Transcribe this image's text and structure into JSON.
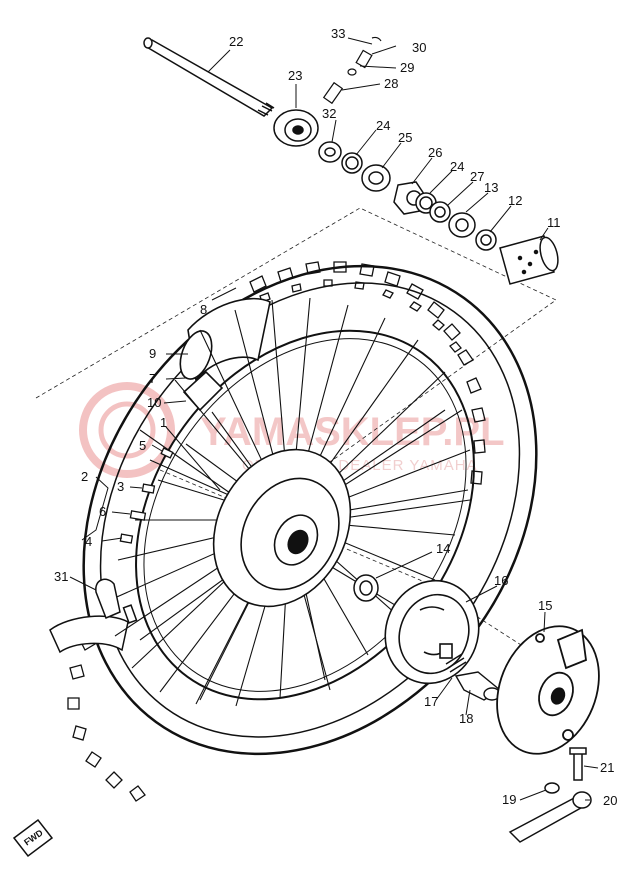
{
  "watermark": {
    "brand": "YAMASKLEP.PL",
    "tagline": "OFICJALNY DEALER YAMAHA",
    "color": "#e98b8b"
  },
  "fwd_badge": "FWD",
  "parts": {
    "p1": "1",
    "p2": "2",
    "p3": "3",
    "p4": "4",
    "p5": "5",
    "p6": "6",
    "p7": "7",
    "p8": "8",
    "p9": "9",
    "p10": "10",
    "p11": "11",
    "p12": "12",
    "p13": "13",
    "p14": "14",
    "p15": "15",
    "p16": "16",
    "p17": "17",
    "p18": "18",
    "p19": "19",
    "p20": "20",
    "p21": "21",
    "p22": "22",
    "p23": "23",
    "p24a": "24",
    "p24b": "24",
    "p25": "25",
    "p26": "26",
    "p27": "27",
    "p28": "28",
    "p29": "29",
    "p30": "30",
    "p31": "31",
    "p32": "32",
    "p33": "33"
  },
  "colors": {
    "ink": "#111111",
    "paper": "#ffffff"
  }
}
